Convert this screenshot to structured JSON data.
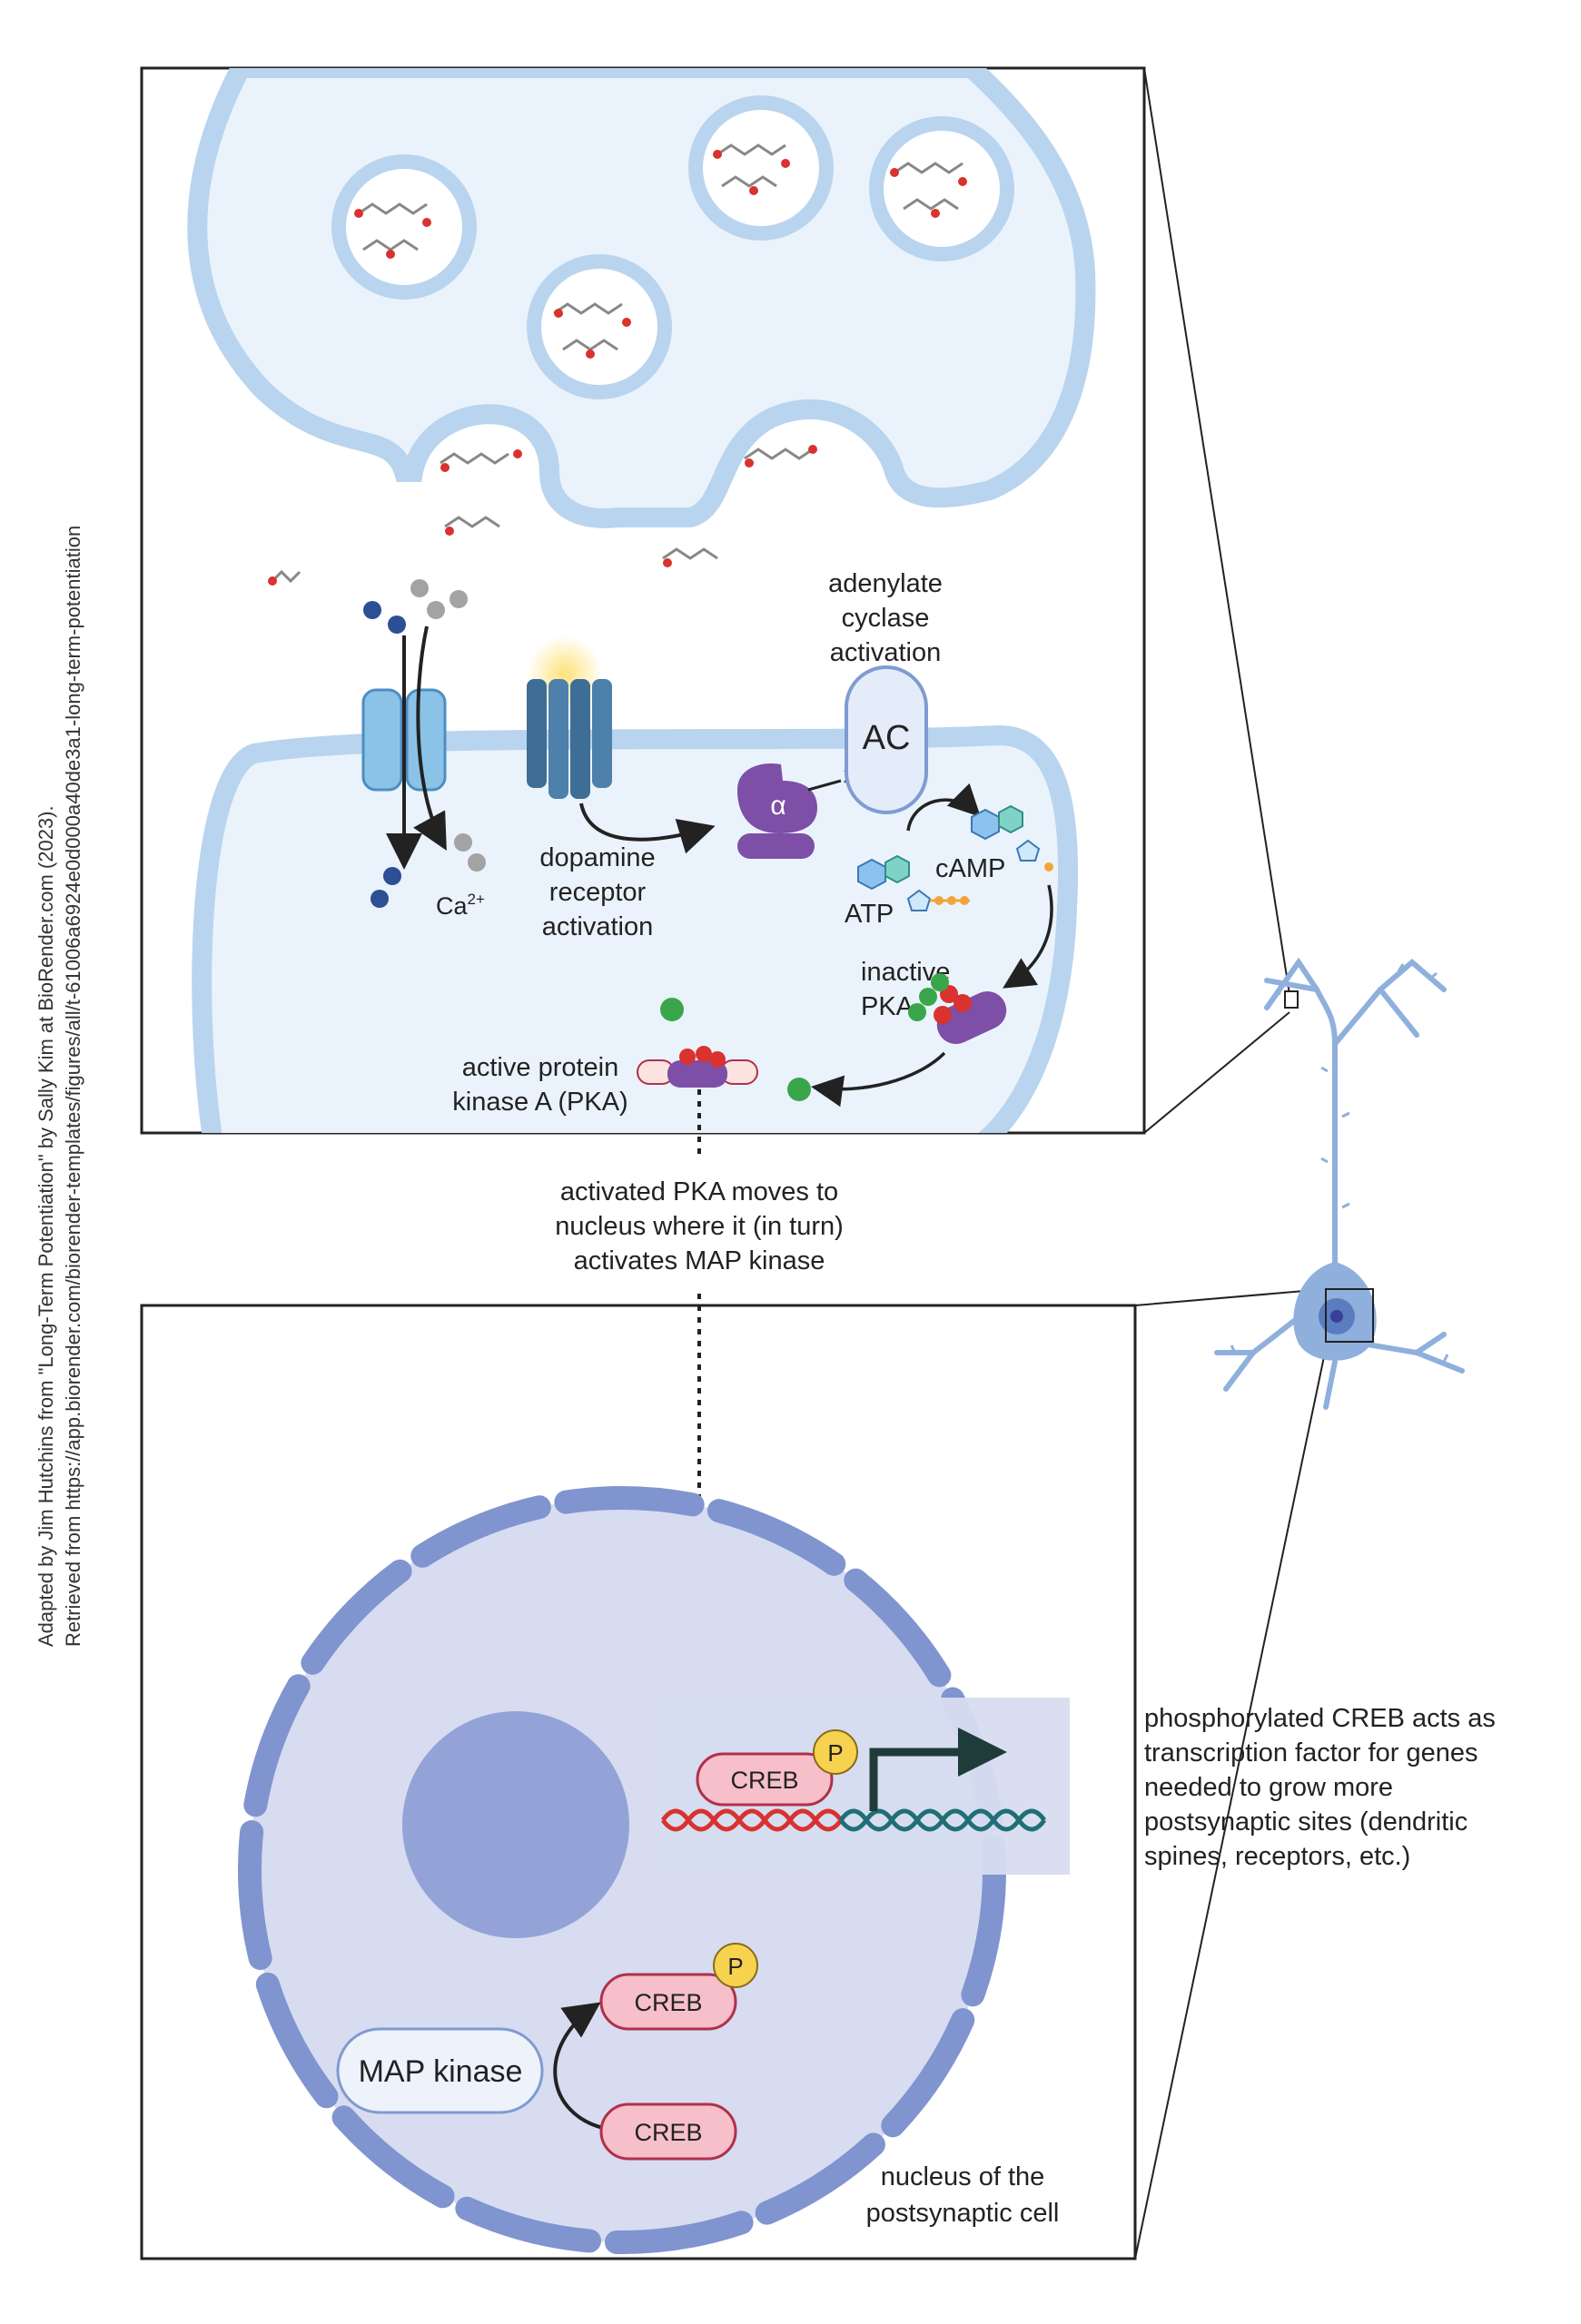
{
  "credit": {
    "line1": "Adapted by Jim Hutchins from \"Long-Term Potentiation\" by Sally Kim at BioRender.com (2023).",
    "line2": "Retrieved from https://app.biorender.com/biorender-templates/figures/all/t-61006a6924e0d000a40de3a1-long-term-potentiation"
  },
  "synapse": {
    "adenylate_cyclase": [
      "adenylate",
      "cyclase",
      "activation"
    ],
    "ac_label": "AC",
    "alpha_label": "α",
    "camp_label": "cAMP",
    "atp_label": "ATP",
    "ca_label": "Ca",
    "ca_charge": "2+",
    "dopamine": [
      "dopamine",
      "receptor",
      "activation"
    ],
    "inactive_pka": [
      "inactive",
      "PKA"
    ],
    "active_pka": [
      "active protein",
      "kinase A (PKA)"
    ]
  },
  "transition": [
    "activated PKA moves to",
    "nucleus where it (in turn)",
    "activates MAP kinase"
  ],
  "nucleus": {
    "creb_label": "CREB",
    "p_label": "P",
    "map_kinase": "MAP kinase",
    "caption": [
      "nucleus of the",
      "postsynaptic cell"
    ]
  },
  "creb_note": [
    "phosphorylated CREB acts as",
    "transcription factor for genes",
    "needed to grow more",
    "postsynaptic sites (dendritic",
    "spines, receptors, etc.)"
  ],
  "colors": {
    "membrane": "#b9d4ee",
    "cytoplasm": "#eaf3fb",
    "purple": "#7d4fa6",
    "creb_fill": "#f6bfca",
    "creb_stroke": "#b0304a",
    "p_fill": "#f7d24e",
    "nucleus_fill": "#d7dcf0",
    "envelope": "#8094cf",
    "nucleolus": "#93a3d7",
    "neuron": "#8fb0dd",
    "dna_red": "#d8322f",
    "dna_teal": "#1f6f74",
    "arrow_dark": "#1f3b3a"
  }
}
